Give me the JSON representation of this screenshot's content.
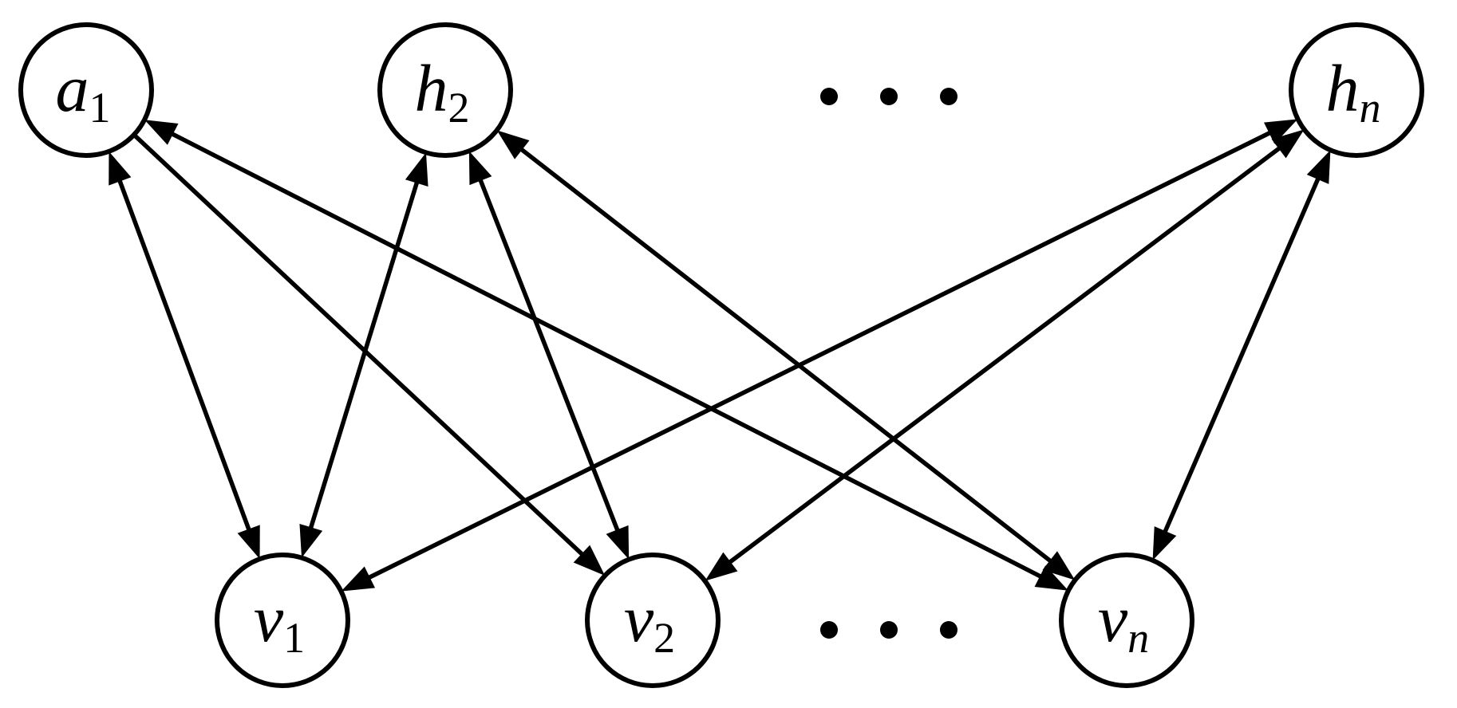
{
  "diagram": {
    "type": "bipartite-graph",
    "top_nodes": [
      {
        "id": "a1",
        "main": "a",
        "sub": "1",
        "sub_italic": false
      },
      {
        "id": "h2",
        "main": "h",
        "sub": "2",
        "sub_italic": false
      },
      {
        "id": "hn",
        "main": "h",
        "sub": "n",
        "sub_italic": true
      }
    ],
    "bottom_nodes": [
      {
        "id": "v1",
        "main": "v",
        "sub": "1",
        "sub_italic": false
      },
      {
        "id": "v2",
        "main": "v",
        "sub": "2",
        "sub_italic": false
      },
      {
        "id": "vn",
        "main": "v",
        "sub": "n",
        "sub_italic": true
      }
    ],
    "edges": [
      {
        "from": "a1",
        "to": "v1",
        "bidirectional": true
      },
      {
        "from": "a1",
        "to": "v2",
        "bidirectional": false
      },
      {
        "from": "a1",
        "to": "vn",
        "bidirectional": true
      },
      {
        "from": "h2",
        "to": "v1",
        "bidirectional": true
      },
      {
        "from": "h2",
        "to": "v2",
        "bidirectional": true
      },
      {
        "from": "h2",
        "to": "vn",
        "bidirectional": true
      },
      {
        "from": "hn",
        "to": "v1",
        "bidirectional": true
      },
      {
        "from": "hn",
        "to": "v2",
        "bidirectional": true
      },
      {
        "from": "hn",
        "to": "vn",
        "bidirectional": true
      }
    ],
    "ellipsis_rows": [
      "top",
      "bottom"
    ],
    "stroke_color": "#000000",
    "fill_color": "#ffffff"
  }
}
